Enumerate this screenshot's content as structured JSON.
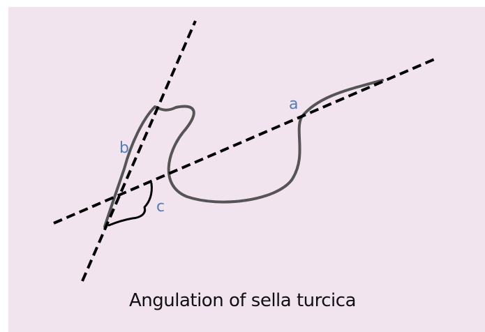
{
  "labels": {
    "a": "a",
    "b": "b",
    "c": "c"
  },
  "caption": "Angulation of sella turcica",
  "colors": {
    "paper": "#f1e4ef",
    "outline": "#555555",
    "reference_lines": "#000000",
    "arc": "#000000",
    "labels": "#4f7fb8",
    "caption": "#111111"
  }
}
